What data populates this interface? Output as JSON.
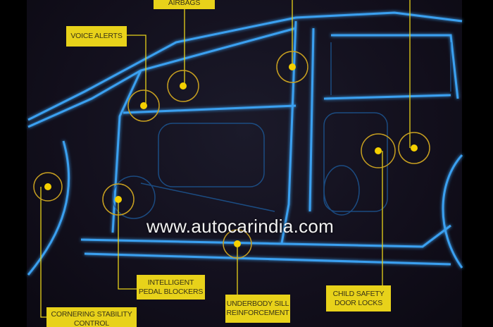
{
  "labels": {
    "airbags": "AIRBAGS",
    "voice_alerts": "VOICE ALERTS",
    "pedal_blockers": "INTELLIGENT PEDAL BLOCKERS",
    "underbody_sill": "UNDERBODY SILL REINFORCEMENT",
    "child_locks": "CHILD SAFETY DOOR LOCKS",
    "cornering": "CORNERING STABILITY CONTROL"
  },
  "watermark": "www.autocarindia.com",
  "colors": {
    "label_bg": "#e8d21a",
    "structure": "#3aa0f0",
    "marker": "#f5d000"
  }
}
